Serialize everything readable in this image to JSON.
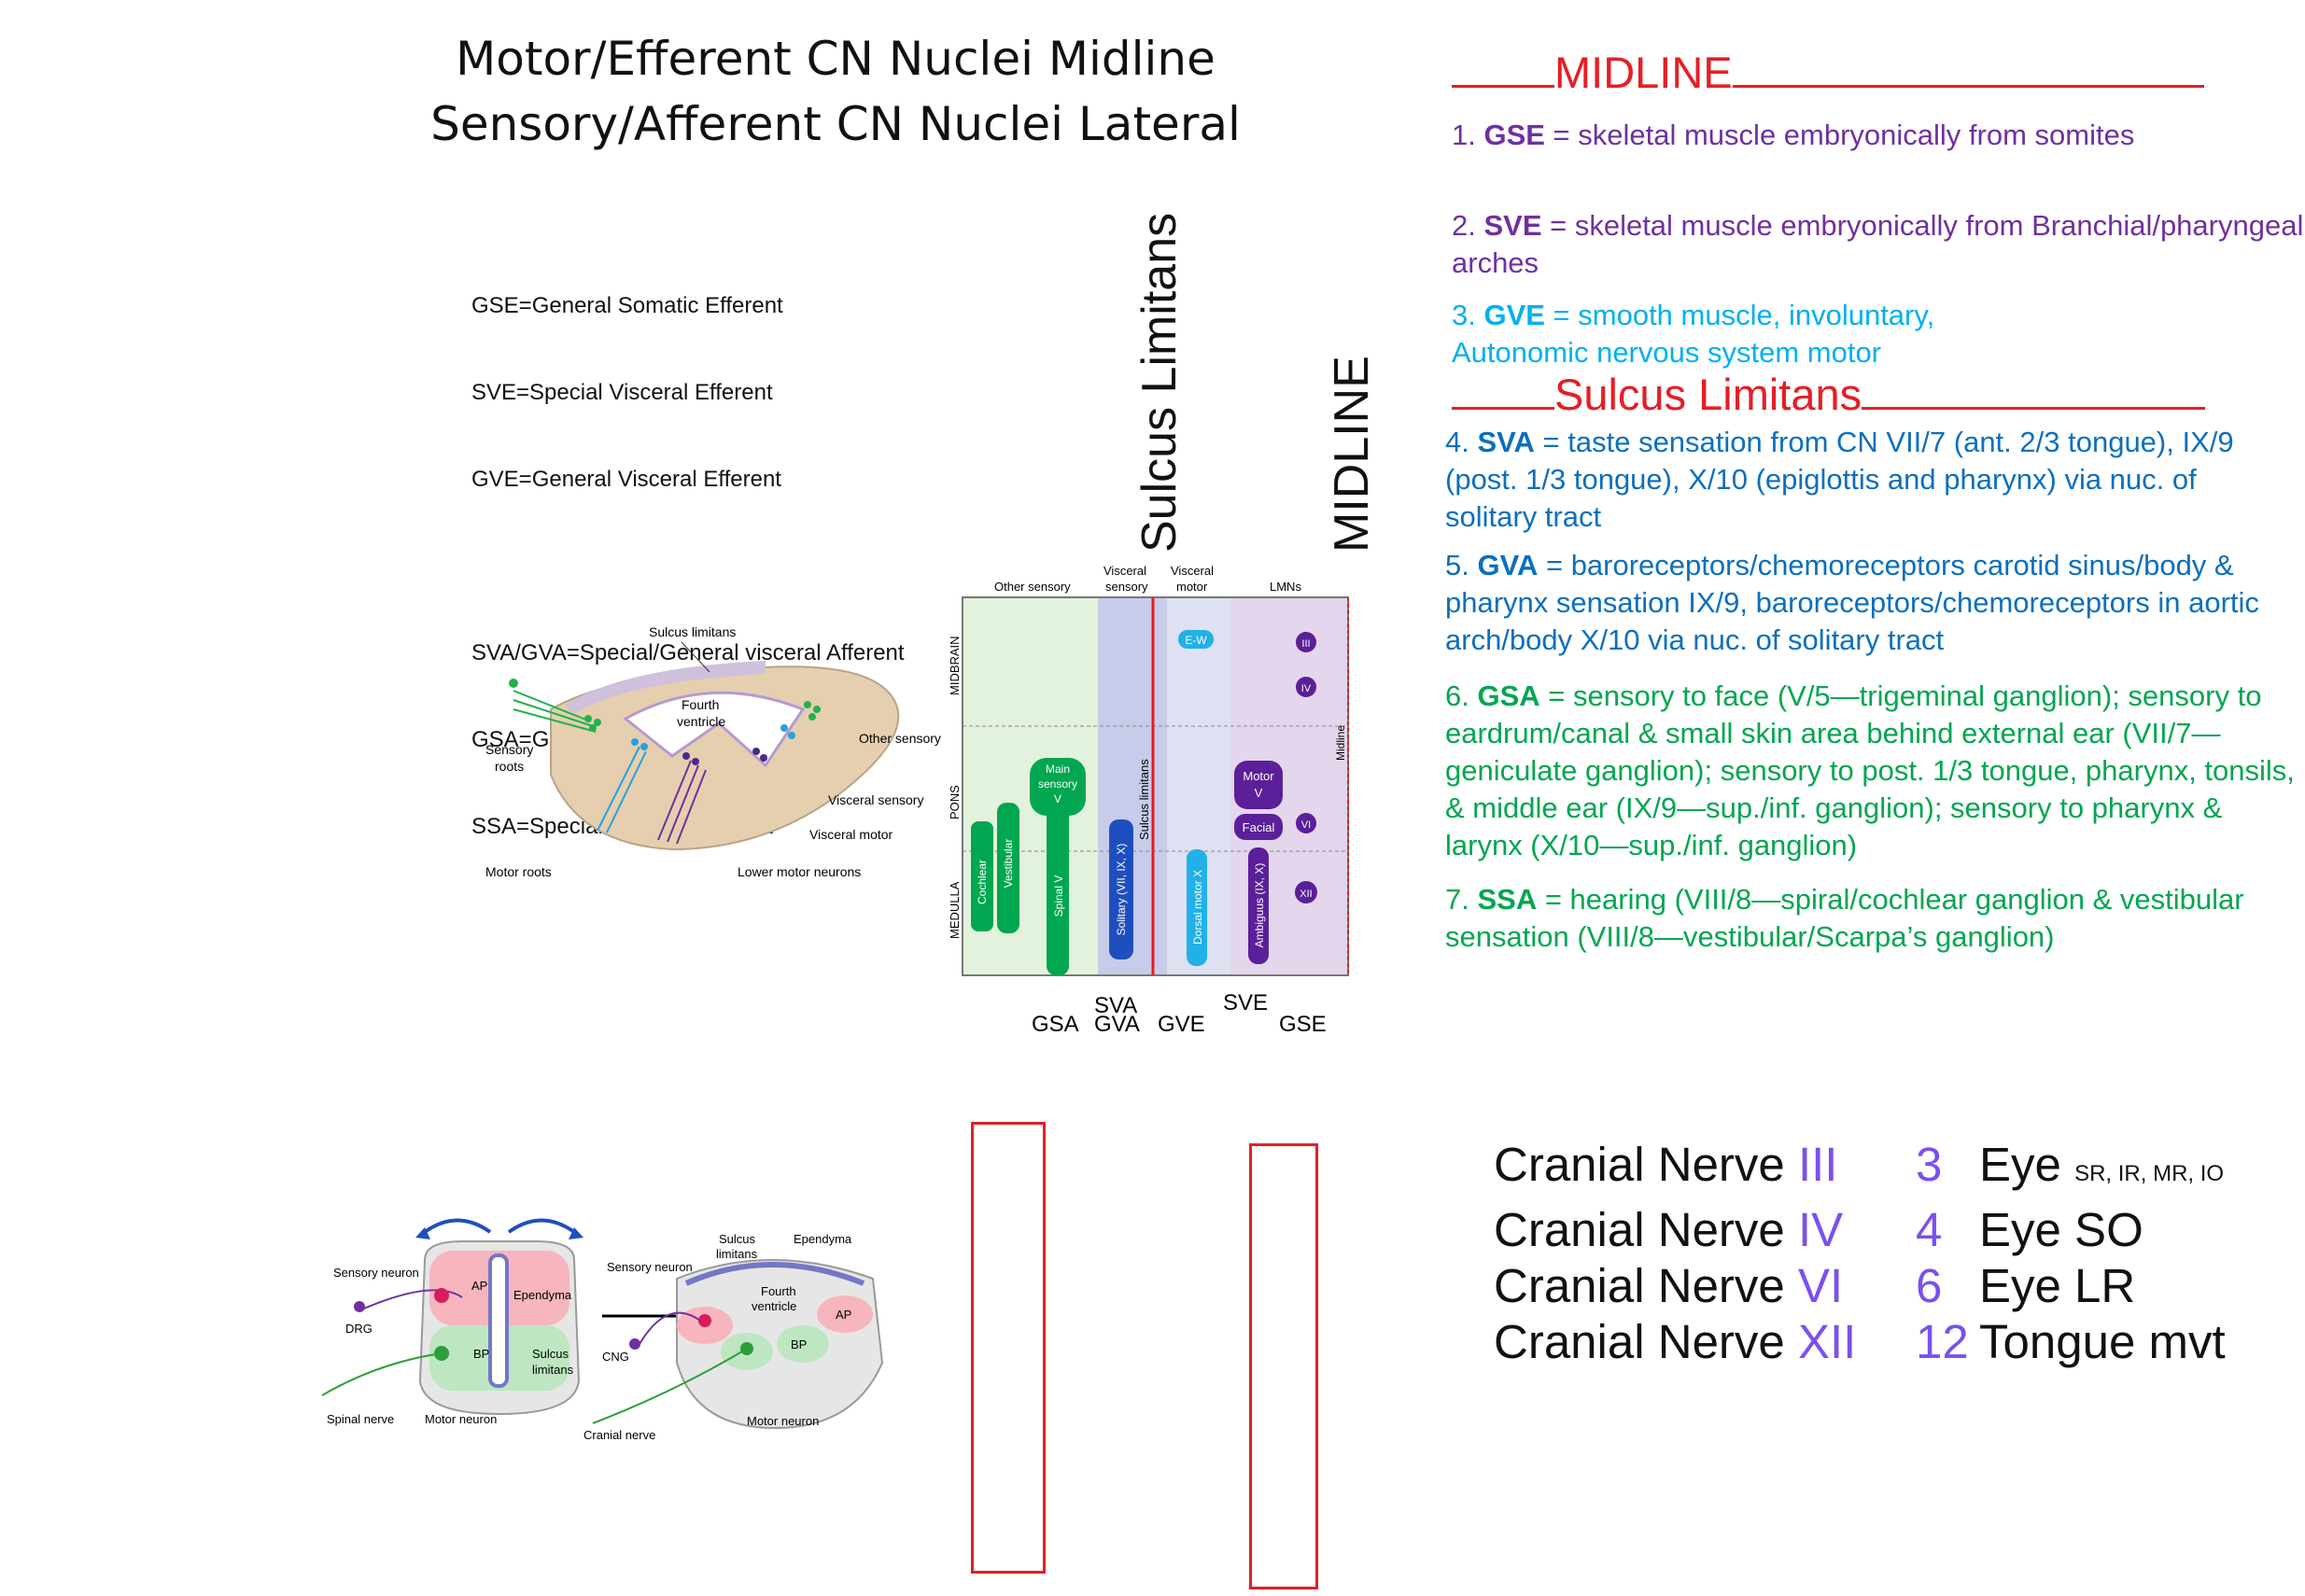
{
  "titles": {
    "line1": "Motor/Efferent CN Nuclei Midline",
    "line2": "Sensory/Afferent CN Nuclei Lateral"
  },
  "legend": {
    "gse": "GSE=General Somatic Efferent",
    "sve": "SVE=Special Visceral Efferent",
    "gve": "GVE=General Visceral Efferent",
    "sva_gva": "SVA/GVA=Special/General visceral Afferent",
    "gsa": "GSA=General Somatic Afferent",
    "ssa": "SSA=Special Somatic Afferent"
  },
  "vertical_labels": {
    "sulcus": "Sulcus Limitans",
    "midline": "MIDLINE"
  },
  "brainstem_section": {
    "sulcus_limitans": "Sulcus limitans",
    "fourth_ventricle_1": "Fourth",
    "fourth_ventricle_2": "ventricle",
    "sensory_roots_1": "Sensory",
    "sensory_roots_2": "roots",
    "other_sensory": "Other sensory",
    "visceral_sensory": "Visceral sensory",
    "visceral_motor": "Visceral motor",
    "motor_roots": "Motor roots",
    "lower_motor_neurons": "Lower motor neurons"
  },
  "nuclei_chart": {
    "col_headers": {
      "other_sensory": "Other sensory",
      "visceral_sensory_1": "Visceral",
      "visceral_sensory_2": "sensory",
      "visceral_motor_1": "Visceral",
      "visceral_motor_2": "motor",
      "lmns": "LMNs"
    },
    "row_labels": {
      "midbrain": "MIDBRAIN",
      "pons": "PONS",
      "medulla": "MEDULLA"
    },
    "inner_sulcus": "Sulcus limitans",
    "inner_midline": "Midline",
    "nuclei": {
      "cochlear": "Cochlear",
      "vestibular": "Vestibular",
      "main_sensory_1": "Main",
      "main_sensory_2": "sensory",
      "main_sensory_3": "V",
      "spinal_v": "Spinal V",
      "solitary": "Solitary (VII, IX, X)",
      "ew": "E-W",
      "dorsal_motor": "Dorsal motor X",
      "motor_v_1": "Motor",
      "motor_v_2": "V",
      "facial": "Facial",
      "ambiguus": "Ambiguus (IX, X)",
      "iii": "III",
      "iv": "IV",
      "vi": "VI",
      "xii": "XII"
    },
    "bottom_labels": {
      "gsa": "GSA",
      "sva": "SVA",
      "gva": "GVA",
      "gve": "GVE",
      "sve": "SVE",
      "gse": "GSE"
    }
  },
  "right_panel": {
    "midline_header": "MIDLINE",
    "sulcus_header": "Sulcus Limitans",
    "items": [
      {
        "num": "1. ",
        "term": "GSE",
        "text": " = skeletal muscle embryonically from somites"
      },
      {
        "num": "2. ",
        "term": "SVE",
        "text": " = skeletal muscle embryonically from Branchial/pharyngeal arches"
      },
      {
        "num": "3. ",
        "term": "GVE",
        "text": " = smooth muscle, involuntary, Autonomic nervous system motor"
      },
      {
        "num": "4. ",
        "term": "SVA",
        "text": " = taste sensation from CN VII/7 (ant. 2/3 tongue), IX/9 (post. 1/3 tongue), X/10 (epiglottis and pharynx) via nuc. of solitary tract"
      },
      {
        "num": "5. ",
        "term": "GVA",
        "text": " = baroreceptors/chemoreceptors carotid sinus/body & pharynx sensation IX/9, baroreceptors/chemoreceptors in aortic arch/body X/10 via nuc. of solitary tract"
      },
      {
        "num": "6. ",
        "term": "GSA",
        "text": " = sensory to face (V/5—trigeminal ganglion); sensory to eardrum/canal & small skin area behind external ear (VII/7—geniculate ganglion); sensory to post. 1/3 tongue, pharynx, tonsils, & middle ear (IX/9—sup./inf. ganglion); sensory to pharynx & larynx (X/10—sup./inf. ganglion)"
      },
      {
        "num": "7. ",
        "term": "SSA",
        "text": " = hearing (VIII/8—spiral/cochlear ganglion & vestibular sensation (VIII/8—vestibular/Scarpa’s ganglion)"
      }
    ]
  },
  "development_diagram": {
    "sensory_neuron": "Sensory neuron",
    "ependyma": "Ependyma",
    "drg": "DRG",
    "ap": "AP",
    "bp": "BP",
    "sulcus_1": "Sulcus",
    "sulcus_2": "limitans",
    "spinal_nerve": "Spinal nerve",
    "motor_neuron": "Motor neuron",
    "sensory_neuron_2": "Sensory neuron",
    "sulcus_3": "Sulcus",
    "sulcus_4": "limitans",
    "ependyma_2": "Ependyma",
    "fourth_1": "Fourth",
    "fourth_2": "ventricle",
    "cng": "CNG",
    "ap_2": "AP",
    "bp_2": "BP",
    "cranial_nerve": "Cranial nerve",
    "motor_neuron_2": "Motor neuron"
  },
  "cranial_nerves": [
    {
      "label": "Cranial Nerve ",
      "roman": "III",
      "num": "3",
      "desc": "Eye ",
      "small": "SR, IR, MR, IO"
    },
    {
      "label": "Cranial Nerve ",
      "roman": "IV",
      "num": "4",
      "desc": "Eye SO",
      "small": ""
    },
    {
      "label": "Cranial Nerve ",
      "roman": "VI",
      "num": "6",
      "desc": "Eye LR",
      "small": ""
    },
    {
      "label": "Cranial Nerve ",
      "roman": "XII",
      "num": "12",
      "desc": "Tongue mvt",
      "small": ""
    }
  ],
  "colors": {
    "red": "#e51e25",
    "purple": "#7030a0",
    "cyan": "#00b0f0",
    "blue": "#0b6fbd",
    "green": "#00a650",
    "violet": "#7b4ff0"
  }
}
